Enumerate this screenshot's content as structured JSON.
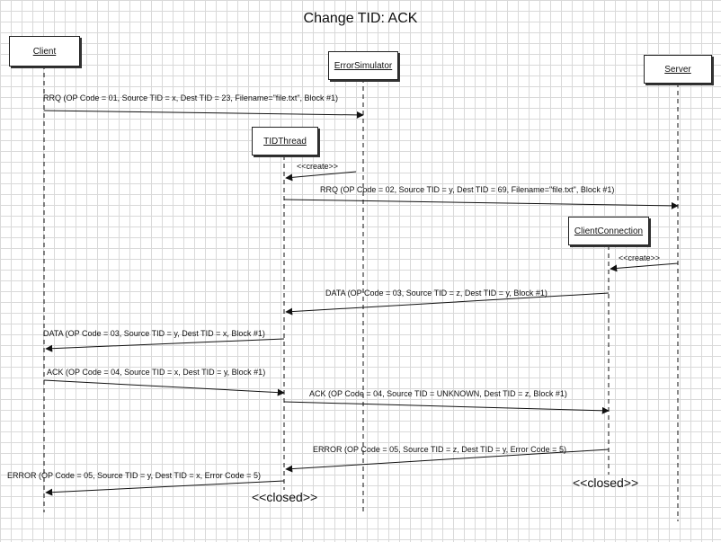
{
  "title": "Change TID: ACK",
  "participants": {
    "client": "Client",
    "error_simulator": "ErrorSimulator",
    "server": "Server",
    "tid_thread": "TIDThread",
    "client_connection": "ClientConnection"
  },
  "messages": [
    "RRQ (OP Code = 01, Source TID = x, Dest TID = 23, Filename=\"file.txt\", Block #1)",
    "<<create>>",
    "RRQ (OP Code = 02, Source TID = y, Dest TID = 69, Filename=\"file.txt\", Block #1)",
    "<<create>>",
    "DATA (OP Code = 03, Source TID = z, Dest TID = y, Block #1)",
    "DATA (OP Code = 03, Source TID = y, Dest TID = x, Block #1)",
    "ACK (OP Code = 04, Source TID = x, Dest TID = y, Block #1)",
    "ACK (OP Code = 04, Source TID = UNKNOWN, Dest TID = z, Block #1)",
    "ERROR (OP Code = 05, Source TID = z, Dest TID = y, Error Code = 5)",
    "ERROR (OP Code = 05, Source TID = y, Dest TID = x, Error Code = 5)"
  ],
  "closed_labels": {
    "tid_thread": "<<closed>>",
    "client_connection": "<<closed>>"
  }
}
